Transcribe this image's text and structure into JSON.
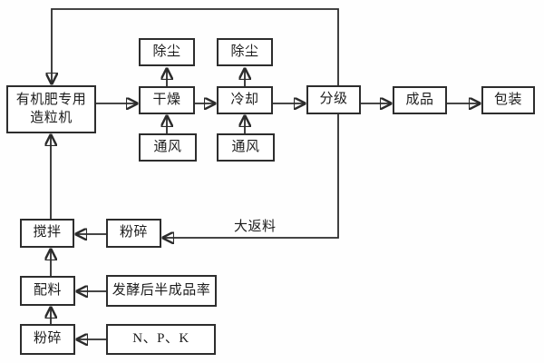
{
  "diagram": {
    "kind": "process-flowchart",
    "language": "zh-CN",
    "colors": {
      "background": "#fefefe",
      "line": "#2b2b2b",
      "box_border": "#2d2d2d",
      "box_fill": "#ffffff",
      "text": "#1c1c1c"
    },
    "nodes": {
      "granulator": {
        "label": "有机肥专用\n造粒机"
      },
      "dedust_dry": {
        "label": "除尘"
      },
      "dedust_cool": {
        "label": "除尘"
      },
      "drying": {
        "label": "干燥"
      },
      "cooling": {
        "label": "冷却"
      },
      "vent_dry": {
        "label": "通风"
      },
      "vent_cool": {
        "label": "通风"
      },
      "grading": {
        "label": "分级"
      },
      "finished_product": {
        "label": "成品"
      },
      "packaging": {
        "label": "包装"
      },
      "mixing": {
        "label": "搅拌"
      },
      "crushing_return": {
        "label": "粉碎"
      },
      "batching": {
        "label": "配料"
      },
      "fermented_semi_rate": {
        "label": "发酵后半成品率"
      },
      "crushing_raw": {
        "label": "粉碎"
      },
      "npk": {
        "label": "N、P、K"
      }
    },
    "edge_labels": {
      "big_return": "大返料"
    },
    "edges": [
      {
        "from": "分级",
        "to": "有机肥专用造粒机"
      },
      {
        "from": "有机肥专用造粒机",
        "to": "干燥"
      },
      {
        "from": "干燥",
        "to": "冷却"
      },
      {
        "from": "冷却",
        "to": "分级"
      },
      {
        "from": "分级",
        "to": "成品"
      },
      {
        "from": "成品",
        "to": "包装"
      },
      {
        "from": "干燥",
        "to": "除尘"
      },
      {
        "from": "冷却",
        "to": "除尘"
      },
      {
        "from": "通风",
        "to": "干燥"
      },
      {
        "from": "通风",
        "to": "冷却"
      },
      {
        "from": "分级",
        "to": "粉碎",
        "label": "大返料"
      },
      {
        "from": "粉碎",
        "to": "搅拌"
      },
      {
        "from": "搅拌",
        "to": "有机肥专用造粒机"
      },
      {
        "from": "配料",
        "to": "搅拌"
      },
      {
        "from": "发酵后半成品率",
        "to": "配料"
      },
      {
        "from": "粉碎",
        "to": "配料"
      },
      {
        "from": "N、P、K",
        "to": "粉碎"
      }
    ]
  }
}
